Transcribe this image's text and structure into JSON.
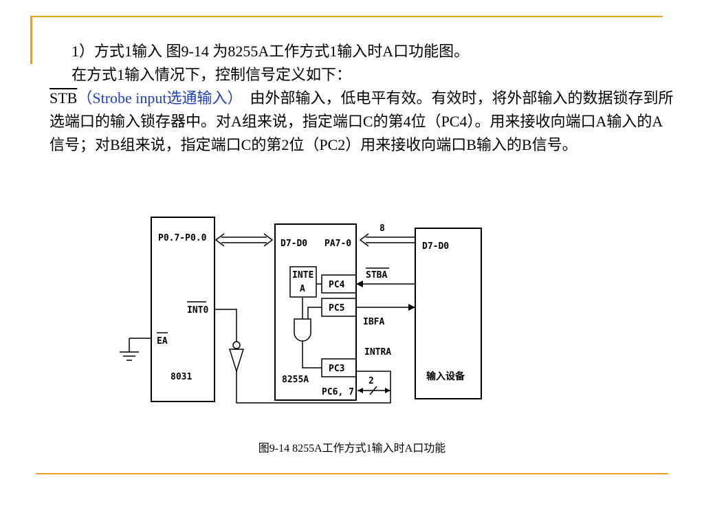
{
  "text": {
    "line1": "1）方式1输入  图9-14 为8255A工作方式1输入时A口功能图。",
    "line2": "在方式1输入情况下，控制信号定义如下：",
    "stb_signal": "STB",
    "stb_meaning": "（Strobe input选通输入）",
    "desc_1": "由外部输入，低电平有效。有效时，将外部输入的数据锁存到所选端口的输入锁存器中。对A组来说，指定端口C的第4位（PC4）。用来接收向端口A输入的A信号；对B组来说，指定端口C的第2位（PC2）用来接收向端口B输入的B信号。"
  },
  "diagram": {
    "cpu": {
      "bus": "P0.7-P0.0",
      "int": "INT0",
      "ea": "EA",
      "name": "8031"
    },
    "ppi": {
      "data": "D7-D0",
      "port": "PA7-0",
      "inte_1": "INTE",
      "inte_2": "A",
      "pc4": "PC4",
      "pc5": "PC5",
      "pc3": "PC3",
      "pc67": "PC6, 7",
      "name": "8255A"
    },
    "signals": {
      "width_top": "8",
      "stba": "STBA",
      "ibfa": "IBFA",
      "intra": "INTRA",
      "width_bottom": "2"
    },
    "device": {
      "data": "D7-D0",
      "name": "输入设备"
    }
  },
  "caption": "图9-14  8255A工作方式1输入时A口功能"
}
